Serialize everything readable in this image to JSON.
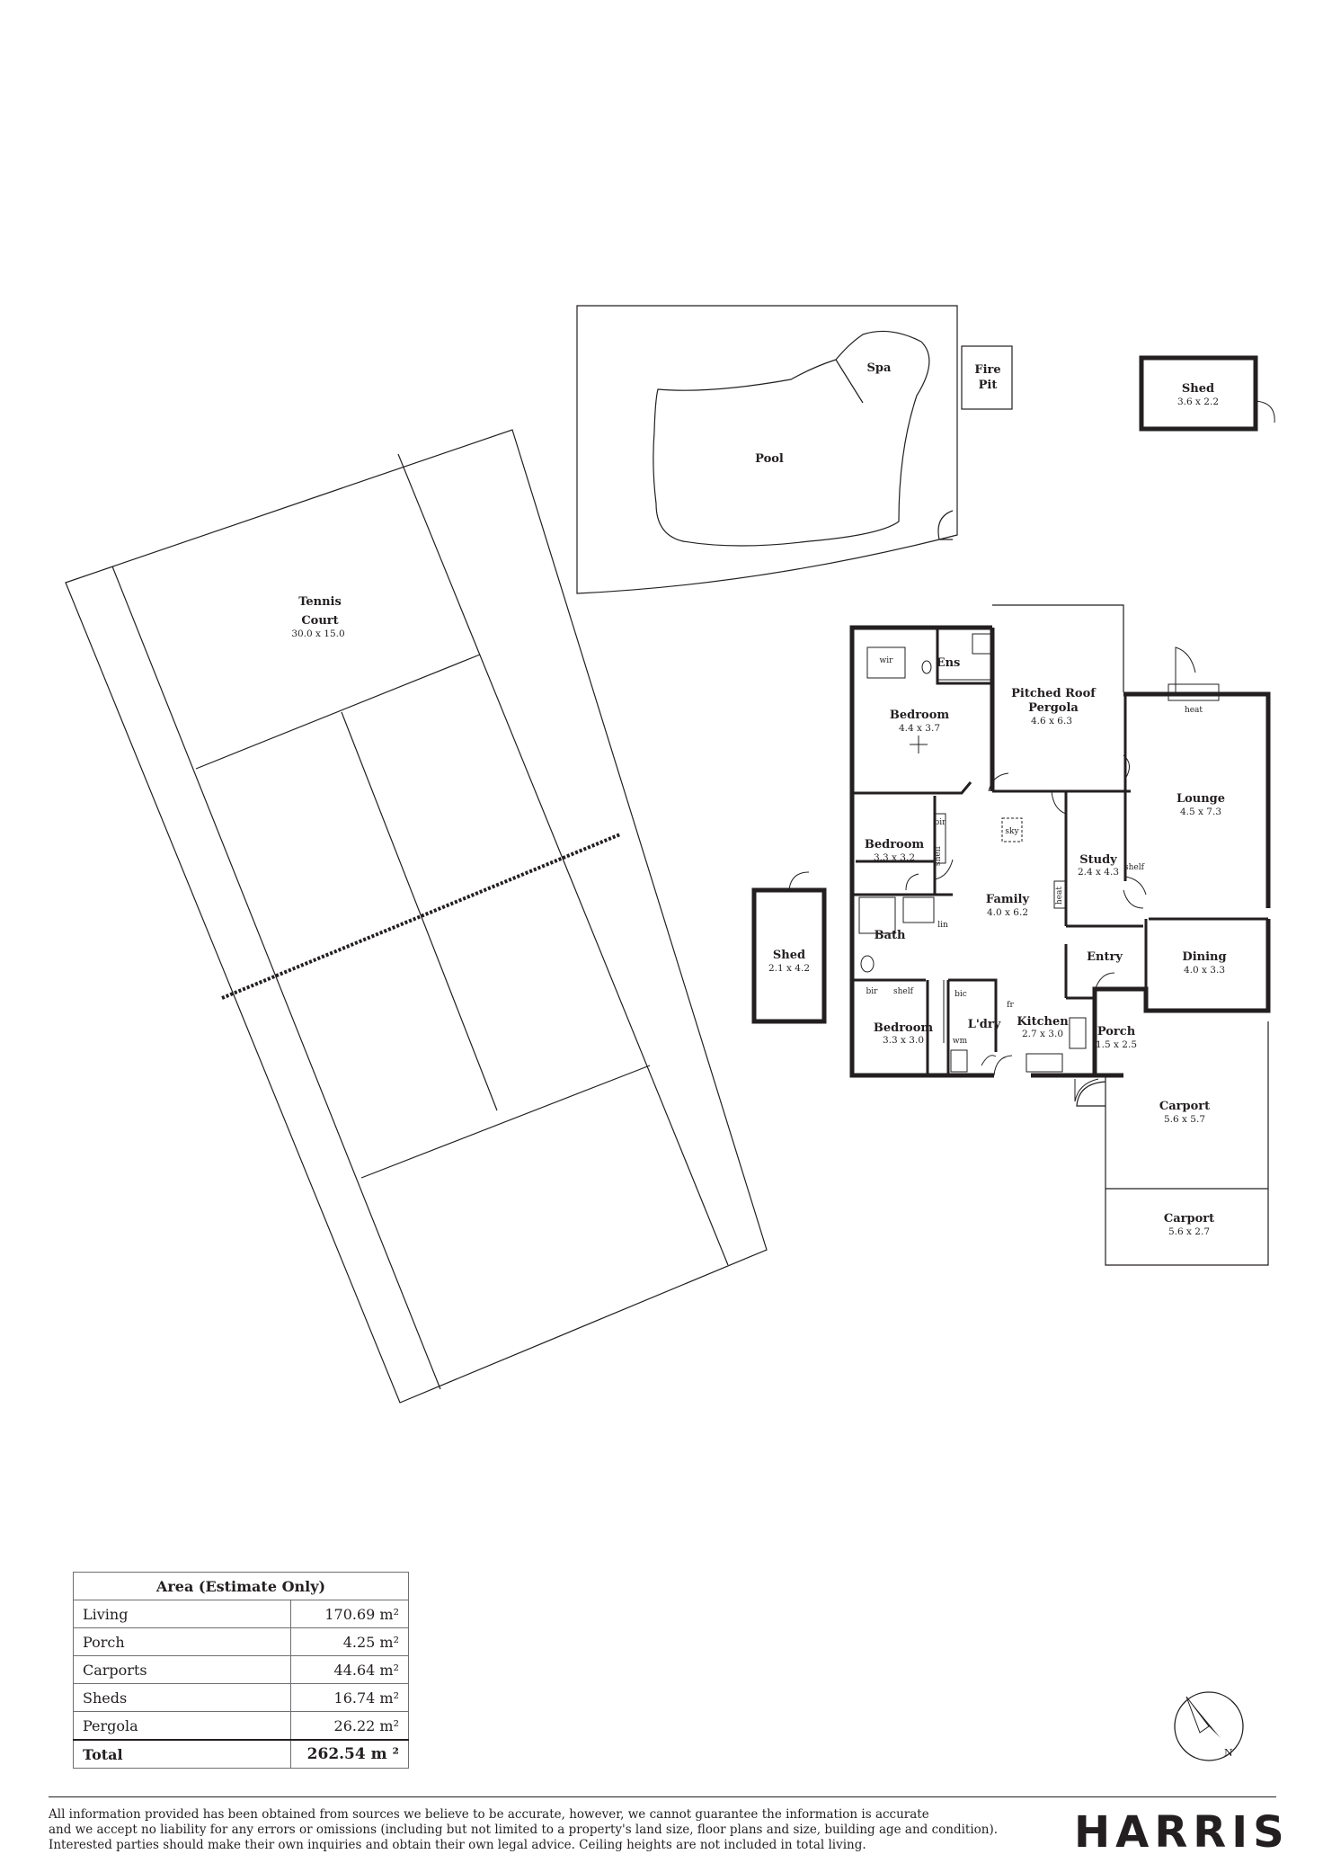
{
  "rooms": {
    "spa": {
      "name": "Spa"
    },
    "fire_pit": {
      "name1": "Fire",
      "name2": "Pit"
    },
    "shed_top": {
      "name": "Shed",
      "dims": "3.6 x 2.2"
    },
    "pool": {
      "name": "Pool"
    },
    "tennis": {
      "name1": "Tennis",
      "name2": "Court",
      "dims": "30.0 x 15.0"
    },
    "master_bedroom": {
      "name": "Bedroom",
      "dims": "4.4 x 3.7"
    },
    "wir": {
      "name": "wir"
    },
    "ens": {
      "name": "Ens"
    },
    "pergola": {
      "name1": "Pitched Roof",
      "name2": "Pergola",
      "dims": "4.6 x 6.3"
    },
    "lounge": {
      "name": "Lounge",
      "dims": "4.5 x 7.3",
      "heat": "heat"
    },
    "bedroom2": {
      "name": "Bedroom",
      "dims": "3.3 x 3.2"
    },
    "family": {
      "name": "Family",
      "dims": "4.0 x 6.2",
      "sky": "sky",
      "heat": "heat"
    },
    "study": {
      "name": "Study",
      "dims": "2.4 x 4.3",
      "shelf": "shelf"
    },
    "bath": {
      "name": "Bath",
      "lin": "lin"
    },
    "entry": {
      "name": "Entry"
    },
    "dining": {
      "name": "Dining",
      "dims": "4.0 x 3.3"
    },
    "shed_left": {
      "name": "Shed",
      "dims": "2.1 x 4.2"
    },
    "bedroom3": {
      "name": "Bedroom",
      "dims": "3.3 x 3.0",
      "bir": "bir",
      "shelf": "shelf"
    },
    "laundry": {
      "name": "L'dry",
      "bic": "bic",
      "wm": "wm"
    },
    "kitchen": {
      "name": "Kitchen",
      "dims": "2.7 x 3.0",
      "fr": "fr"
    },
    "porch": {
      "name": "Porch",
      "dims": "1.5 x 2.5"
    },
    "carport1": {
      "name": "Carport",
      "dims": "5.6 x 5.7"
    },
    "carport2": {
      "name": "Carport",
      "dims": "5.6 x 2.7"
    },
    "bedroom2_bir": "bir",
    "bedroom2_shelf": "shelf"
  },
  "area_table": {
    "title": "Area (Estimate Only)",
    "rows": [
      {
        "label": "Living",
        "value": "170.69 m²"
      },
      {
        "label": "Porch",
        "value": "4.25 m²"
      },
      {
        "label": "Carports",
        "value": "44.64 m²"
      },
      {
        "label": "Sheds",
        "value": "16.74 m²"
      },
      {
        "label": "Pergola",
        "value": "26.22 m²"
      }
    ],
    "total": {
      "label": "Total",
      "value": "262.54 m ²"
    }
  },
  "compass": {
    "icon": "north-arrow-icon",
    "label": "N"
  },
  "disclaimer": [
    "All information provided has been obtained from sources we believe to be accurate, however, we cannot guarantee the information is accurate",
    "and we accept no liability for any errors or omissions (including but not  limited to a property's land size, floor plans and size, building age and condition).",
    "Interested parties should make their own inquiries and obtain their own legal advice. Ceiling heights are not included in total living."
  ],
  "brand": "HARRIS"
}
